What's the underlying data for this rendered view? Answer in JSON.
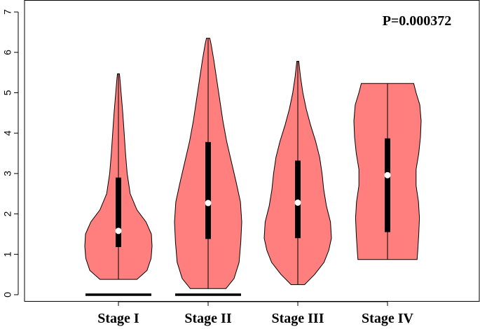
{
  "chart_data": {
    "type": "violin",
    "annotation": "P=0.000372",
    "categories": [
      "Stage I",
      "Stage II",
      "Stage III",
      "Stage IV"
    ],
    "ylim": [
      0,
      7
    ],
    "yticks": [
      0,
      1,
      2,
      3,
      4,
      5,
      6,
      7
    ],
    "fill_color": "#FF7F7F",
    "violins": [
      {
        "category": "Stage I",
        "min": 0.38,
        "max": 5.47,
        "q1": 1.18,
        "median": 1.58,
        "q3": 2.9,
        "profile": [
          [
            0.38,
            0.55
          ],
          [
            0.6,
            0.85
          ],
          [
            0.9,
            0.97
          ],
          [
            1.2,
            1.0
          ],
          [
            1.5,
            0.98
          ],
          [
            1.8,
            0.82
          ],
          [
            2.1,
            0.55
          ],
          [
            2.5,
            0.35
          ],
          [
            3.0,
            0.26
          ],
          [
            3.5,
            0.21
          ],
          [
            4.0,
            0.17
          ],
          [
            4.5,
            0.13
          ],
          [
            5.0,
            0.08
          ],
          [
            5.3,
            0.05
          ],
          [
            5.47,
            0.03
          ]
        ],
        "has_zero_bar": true
      },
      {
        "category": "Stage II",
        "min": 0.15,
        "max": 6.35,
        "q1": 1.38,
        "median": 2.27,
        "q3": 3.78,
        "profile": [
          [
            0.15,
            0.53
          ],
          [
            0.4,
            0.77
          ],
          [
            0.8,
            0.92
          ],
          [
            1.3,
            0.97
          ],
          [
            1.8,
            1.0
          ],
          [
            2.3,
            0.96
          ],
          [
            2.8,
            0.83
          ],
          [
            3.3,
            0.69
          ],
          [
            3.8,
            0.55
          ],
          [
            4.3,
            0.44
          ],
          [
            4.8,
            0.35
          ],
          [
            5.3,
            0.26
          ],
          [
            5.8,
            0.17
          ],
          [
            6.2,
            0.09
          ],
          [
            6.35,
            0.05
          ]
        ],
        "has_zero_bar": true
      },
      {
        "category": "Stage III",
        "min": 0.25,
        "max": 5.78,
        "q1": 1.4,
        "median": 2.28,
        "q3": 3.32,
        "profile": [
          [
            0.25,
            0.2
          ],
          [
            0.5,
            0.5
          ],
          [
            0.8,
            0.78
          ],
          [
            1.1,
            0.92
          ],
          [
            1.4,
            1.0
          ],
          [
            1.8,
            0.97
          ],
          [
            2.2,
            0.85
          ],
          [
            2.6,
            0.77
          ],
          [
            3.0,
            0.72
          ],
          [
            3.4,
            0.65
          ],
          [
            3.8,
            0.53
          ],
          [
            4.2,
            0.38
          ],
          [
            4.6,
            0.25
          ],
          [
            5.0,
            0.15
          ],
          [
            5.4,
            0.08
          ],
          [
            5.78,
            0.03
          ]
        ],
        "has_zero_bar": false
      },
      {
        "category": "Stage IV",
        "min": 0.87,
        "max": 5.23,
        "q1": 1.55,
        "median": 2.96,
        "q3": 3.87,
        "profile": [
          [
            0.87,
            0.88
          ],
          [
            1.1,
            0.9
          ],
          [
            1.5,
            0.93
          ],
          [
            1.9,
            0.95
          ],
          [
            2.3,
            0.92
          ],
          [
            2.7,
            0.85
          ],
          [
            3.1,
            0.85
          ],
          [
            3.5,
            0.93
          ],
          [
            3.9,
            0.98
          ],
          [
            4.3,
            1.0
          ],
          [
            4.7,
            0.96
          ],
          [
            5.0,
            0.85
          ],
          [
            5.23,
            0.78
          ]
        ],
        "has_zero_bar": false
      }
    ]
  }
}
